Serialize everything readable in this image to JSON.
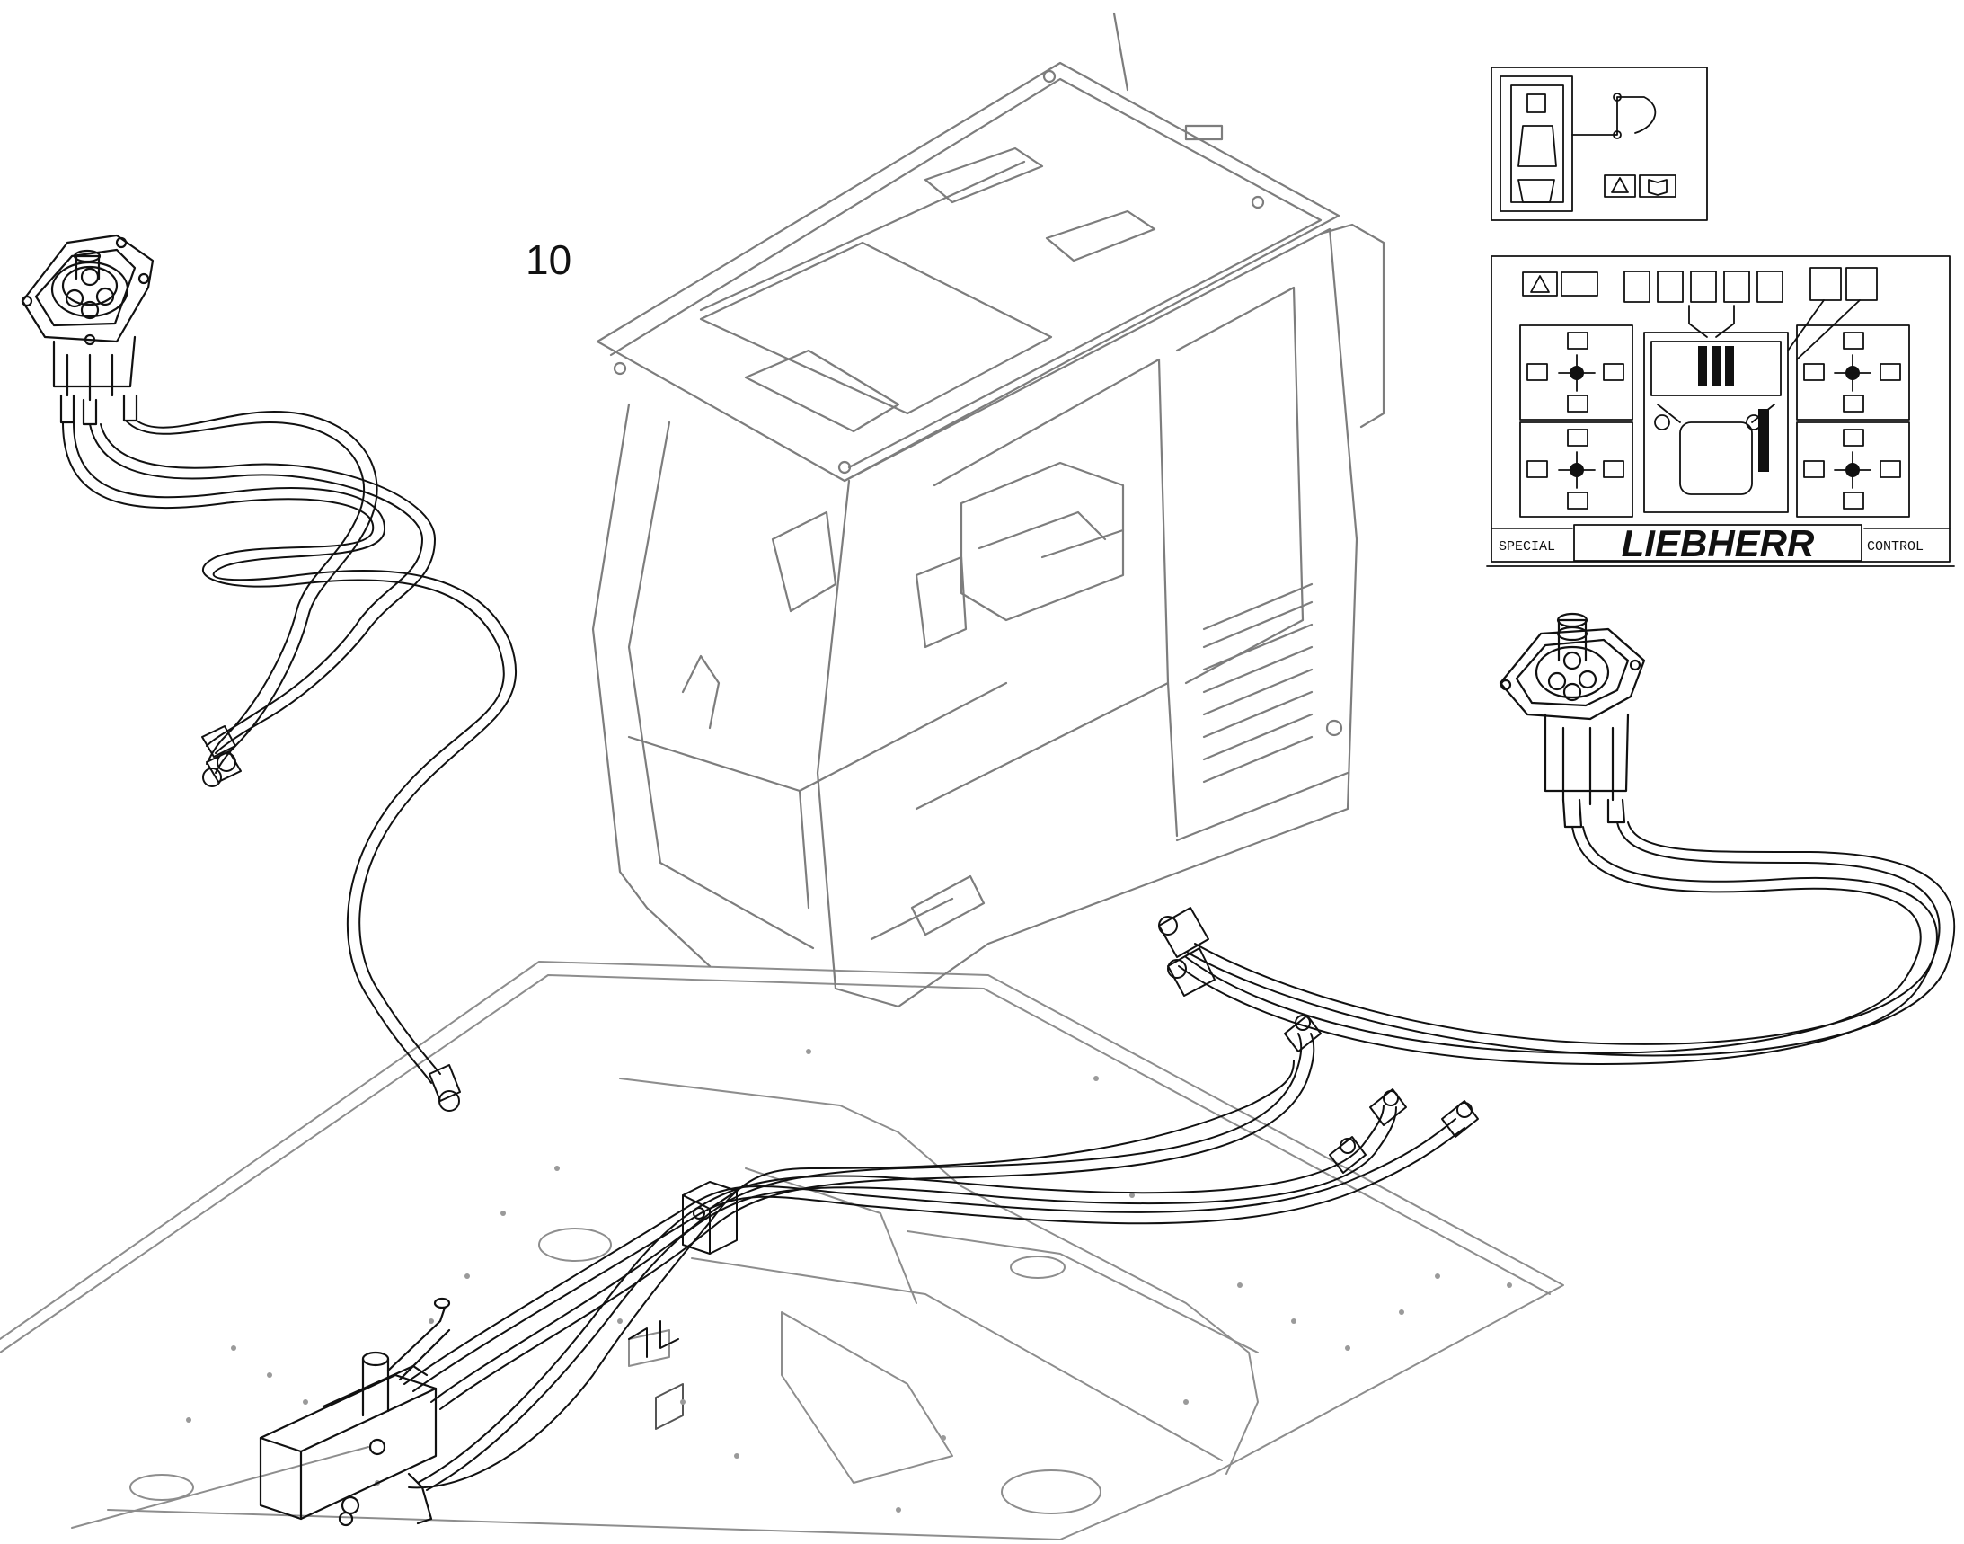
{
  "diagram": {
    "part_callouts": [
      {
        "id": "callout-10",
        "label": "10"
      }
    ],
    "decal": {
      "brand": "LIEBHERR",
      "left_caption": "SPECIAL",
      "right_caption": "CONTROL"
    },
    "colors": {
      "line": "#111111",
      "faint_line": "#9a9a9a",
      "background": "#ffffff"
    }
  }
}
